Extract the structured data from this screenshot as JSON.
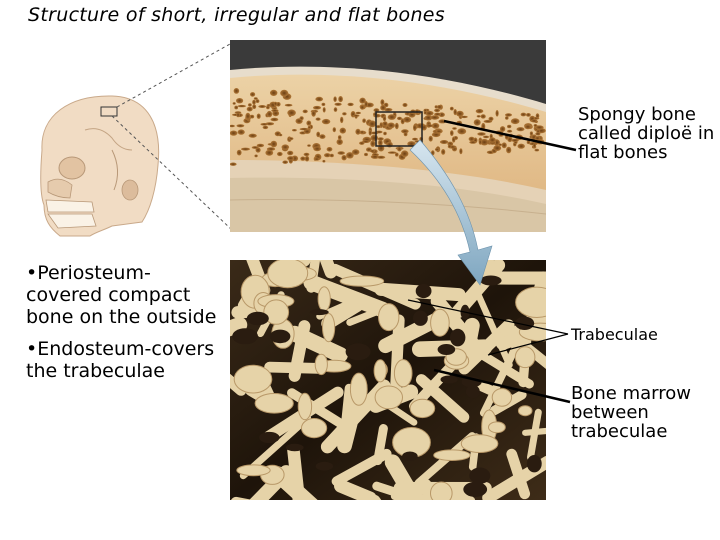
{
  "title": "Structure of short, irregular and flat bones",
  "labels": {
    "spongy_bone": "Spongy bone called diploë in flat bones",
    "trabeculae": "Trabeculae",
    "bone_marrow": "Bone marrow between trabeculae"
  },
  "bullets": [
    "•Periosteum-covered compact bone on the outside",
    "•Endosteum-covers the trabeculae"
  ],
  "colors": {
    "skull": "#f1dcc4",
    "bone_section": "#e0b884",
    "pore": "#8a5a22",
    "trabeculae": "#e6d3a8",
    "marrow_dark": "#2a1c10",
    "arrow": "#8fb2c8"
  }
}
